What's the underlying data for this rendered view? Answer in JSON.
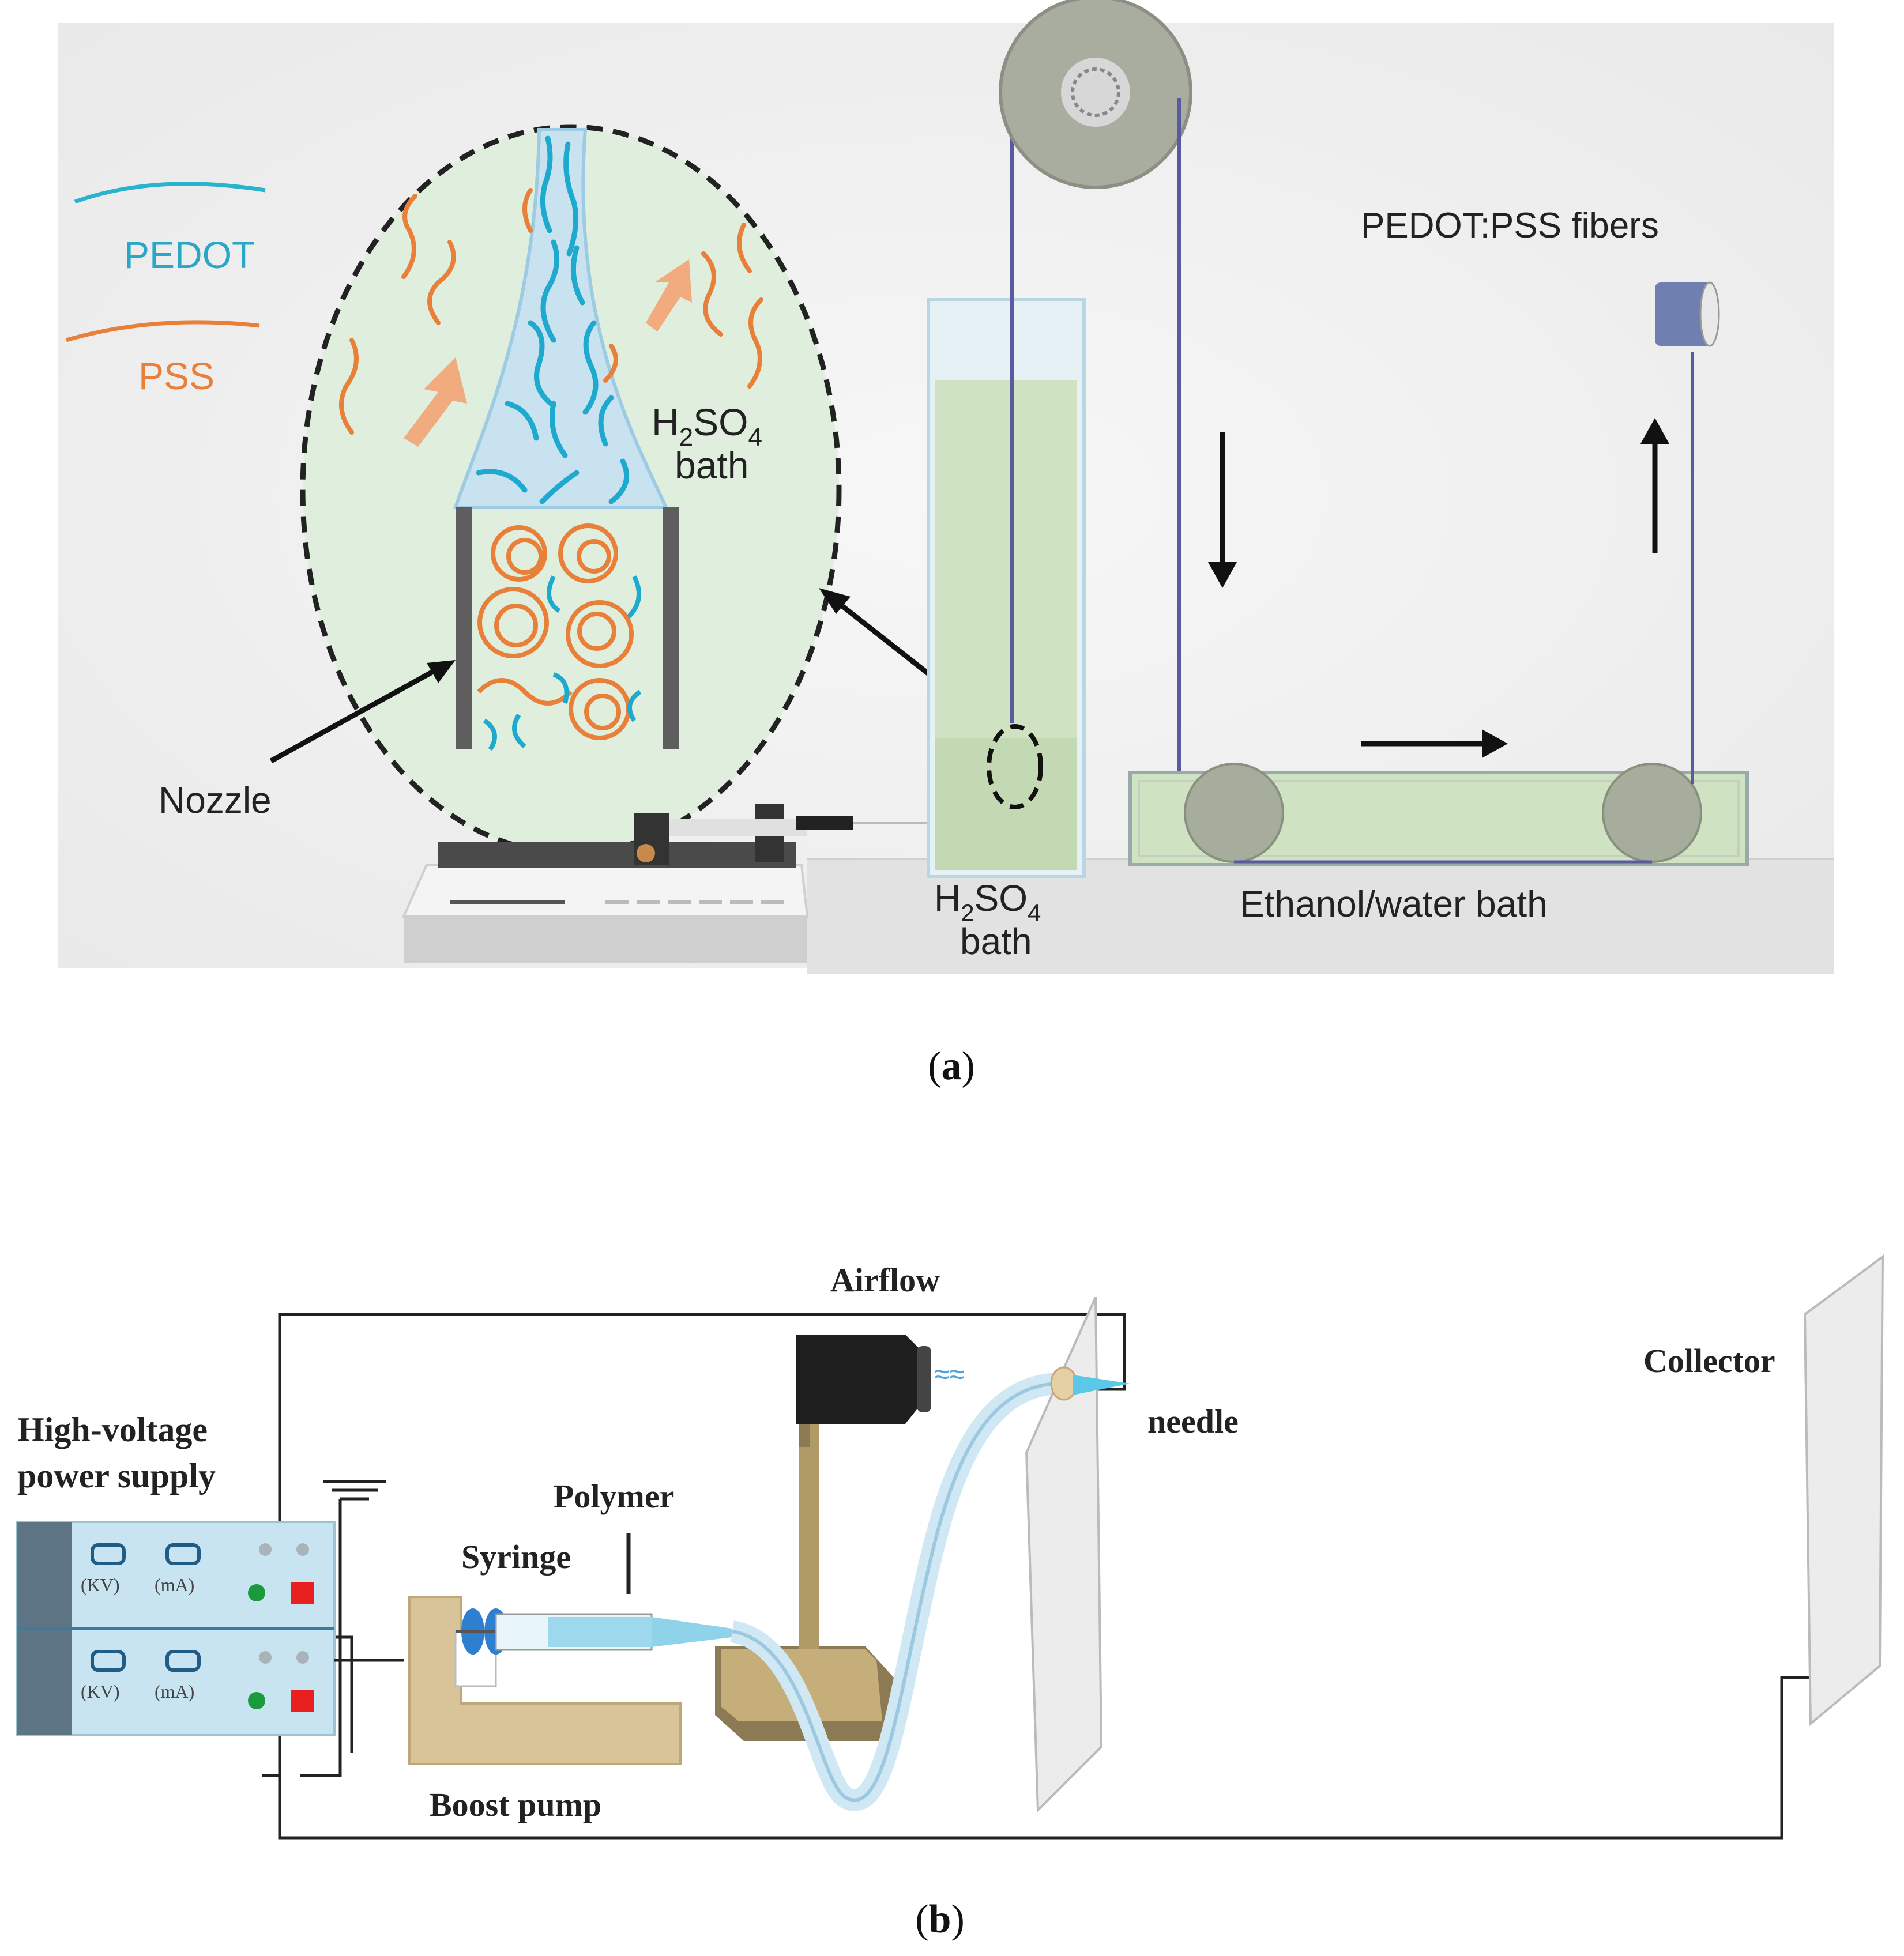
{
  "panel_a": {
    "legend": {
      "pedot": "PEDOT",
      "pss": "PSS",
      "pedot_color": "#2ab3cf",
      "pss_color": "#e8803a"
    },
    "inset_label": {
      "line1_main": "H",
      "line1_sub1": "2",
      "line1_mid": "SO",
      "line1_sub2": "4",
      "line2": "bath"
    },
    "nozzle_label": "Nozzle",
    "bath_label": {
      "line1_main": "H",
      "line1_sub1": "2",
      "line1_mid": "SO",
      "line1_sub2": "4",
      "line2": "bath"
    },
    "ethanol_label": "Ethanol/water bath",
    "fibers_label": "PEDOT:PSS fibers",
    "bath_color": "#cfe3c2",
    "background_color": "#f1f1f1"
  },
  "caption_a": {
    "open": "(",
    "letter": "a",
    "close": ")"
  },
  "panel_b": {
    "airflow": "Airflow",
    "collector": "Collector",
    "needle": "needle",
    "psu_line1": "High-voltage",
    "psu_line2": "power supply",
    "polymer": "Polymer",
    "syringe": "Syringe",
    "pump": "Boost pump",
    "meter_kv": "(KV)",
    "meter_ma": "(mA)",
    "psu_color": "#c9e4f1",
    "pump_color": "#d9c49a",
    "indicator_green": "#1a9a3c",
    "indicator_red": "#e8201f"
  },
  "caption_b": {
    "open": "(",
    "letter": "b",
    "close": ")"
  }
}
